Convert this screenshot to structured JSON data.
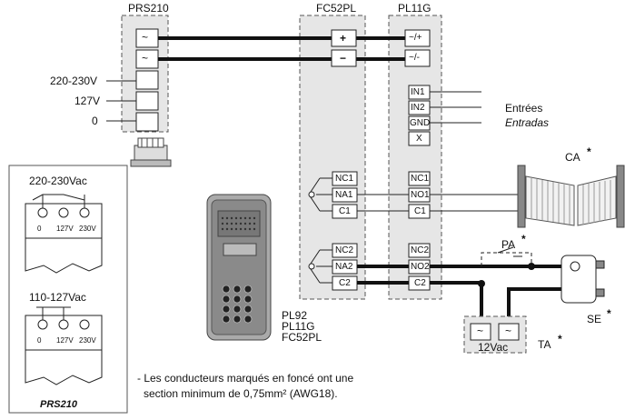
{
  "devices": {
    "prs210": "PRS210",
    "fc52pl": "FC52PL",
    "pl11g": "PL11G"
  },
  "supply_labels": [
    "220-230V",
    "127V",
    "0"
  ],
  "fc52pl_terminals": {
    "plus": "+",
    "minus": "−",
    "relay1": [
      "NC1",
      "NA1",
      "C1"
    ],
    "relay2": [
      "NC2",
      "NA2",
      "C2"
    ]
  },
  "pl11g_terminals": {
    "ac_plus": "~/+",
    "ac_minus": "~/-",
    "inputs": [
      "IN1",
      "IN2",
      "GND",
      "X"
    ],
    "relay1": [
      "NC1",
      "NO1",
      "C1"
    ],
    "relay2": [
      "NC2",
      "NO2",
      "C2"
    ]
  },
  "inputs_label": "Entrées",
  "inputs_label_es": "Entradas",
  "equipment": {
    "gate": "CA",
    "push_button": "PA",
    "lock": "SE",
    "transformer": "TA",
    "asterisk": "*"
  },
  "transformer_value": "12Vac",
  "transformer_terminal": "~",
  "panel_models": [
    "PL92",
    "PL11G",
    "FC52PL"
  ],
  "inset": {
    "config1_title": "220-230Vac",
    "config2_title": "110-127Vac",
    "terminal_labels": [
      "0",
      "127V",
      "230V"
    ],
    "model": "PRS210"
  },
  "note_line1": "- Les conducteurs marqués en foncé ont une",
  "note_line2": "section minimum de 0,75mm² (AWG18)."
}
